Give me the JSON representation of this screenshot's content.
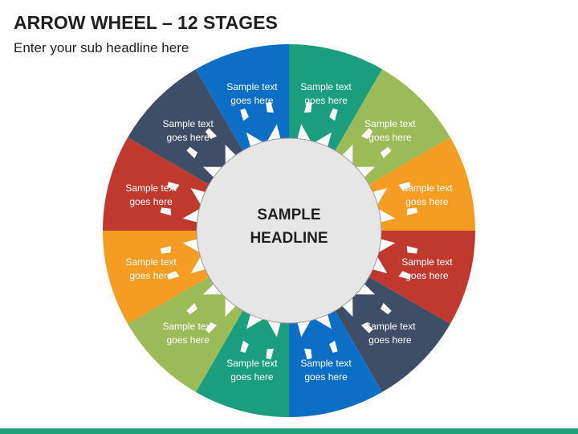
{
  "header": {
    "title": "ARROW WHEEL – 12 STAGES",
    "subtitle": "Enter your sub headline here"
  },
  "center": {
    "line1": "SAMPLE",
    "line2": "HEADLINE"
  },
  "segments": [
    {
      "line1": "Sample text",
      "line2": "goes here",
      "color": "#1a9e7d"
    },
    {
      "line1": "Sample text",
      "line2": "goes here",
      "color": "#9bbb59"
    },
    {
      "line1": "Sample text",
      "line2": "goes here",
      "color": "#f59c22"
    },
    {
      "line1": "Sample text",
      "line2": "goes here",
      "color": "#c0392f"
    },
    {
      "line1": "Sample text",
      "line2": "goes here",
      "color": "#3e4e66"
    },
    {
      "line1": "Sample text",
      "line2": "goes here",
      "color": "#0d6ec5"
    },
    {
      "line1": "Sample text",
      "line2": "goes here",
      "color": "#1a9e7d"
    },
    {
      "line1": "Sample text",
      "line2": "goes here",
      "color": "#9bbb59"
    },
    {
      "line1": "Sample text",
      "line2": "goes here",
      "color": "#f59c22"
    },
    {
      "line1": "Sample text",
      "line2": "goes here",
      "color": "#c0392f"
    },
    {
      "line1": "Sample text",
      "line2": "goes here",
      "color": "#3e4e66"
    },
    {
      "line1": "Sample text",
      "line2": "goes here",
      "color": "#0d6ec5"
    }
  ],
  "colors": {
    "center_fill": "#e6e6e6",
    "footer": "#1fa079"
  }
}
